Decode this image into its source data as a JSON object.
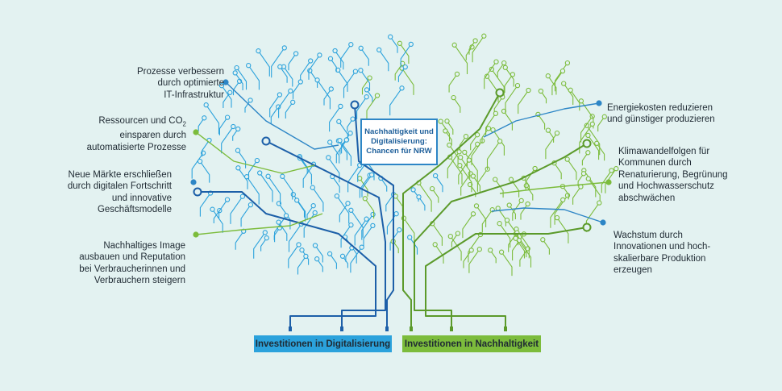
{
  "colors": {
    "background": "#e3f2f1",
    "blue": "#2d86c6",
    "blue_dark": "#1c5fa8",
    "blue_light": "#2ba2dc",
    "green": "#7cbc3c",
    "green_dark": "#5b9a2a",
    "text": "#1f2a33",
    "box_title": "#1e5f9a"
  },
  "center": {
    "title": "Nachhaltigkeit und\nDigitalisierung:\nChancen für NRW"
  },
  "left_labels": [
    {
      "text": "Prozesse verbessern\ndurch optimierte\nIT-Infrastruktur",
      "color": "blue"
    },
    {
      "text_pre": "Ressourcen und CO",
      "text_sub": "2",
      "text_post": "\neinsparen durch\nautomatisierte Prozesse",
      "color": "green"
    },
    {
      "text": "Neue Märkte erschließen\ndurch digitalen Fortschritt\nund innovative\nGeschäftsmodelle",
      "color": "blue"
    },
    {
      "text": "Nachhaltiges Image\nausbauen und Reputation\nbei Verbraucherinnen und\nVerbrauchern steigern",
      "color": "green"
    }
  ],
  "right_labels": [
    {
      "text": "Energiekosten reduzieren\nund günstiger produzieren",
      "color": "blue"
    },
    {
      "text": "Klimawandelfolgen für\nKommunen durch\nRenaturierung, Begrünung\nund Hochwasserschutz\nabschwächen",
      "color": "green"
    },
    {
      "text": "Wachstum durch\nInnovationen und hoch-\nskalierbare Produktion\nerzeugen",
      "color": "blue"
    }
  ],
  "bottom": {
    "digital": "Investitionen in Digitalisierung",
    "nachhaltigkeit": "Investitionen in Nachhaltigkeit"
  }
}
